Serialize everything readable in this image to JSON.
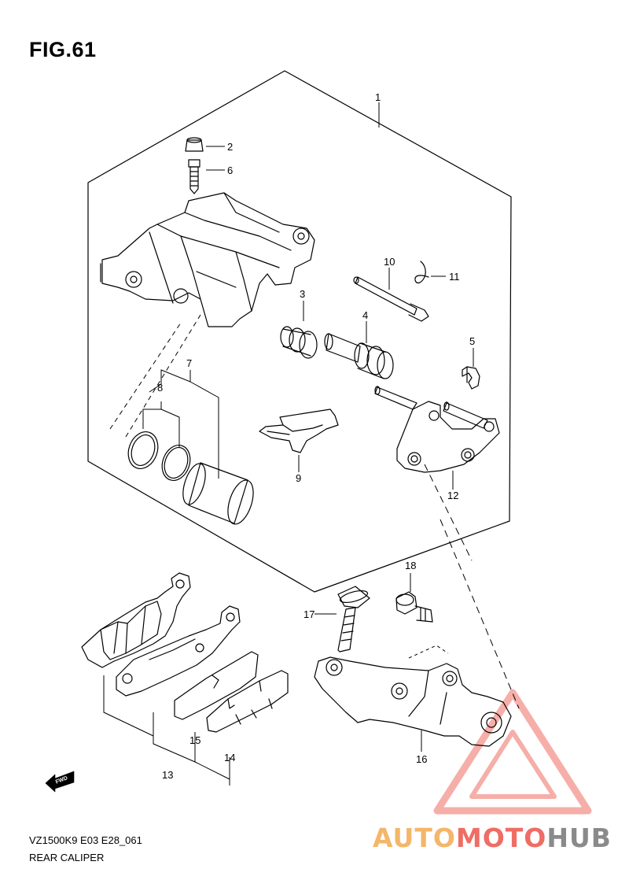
{
  "figure": {
    "title": "FIG.61"
  },
  "footer": {
    "code": "VZ1500K9 E03 E28_061",
    "name": "REAR CALIPER"
  },
  "fwd_label": "FWD",
  "watermark": {
    "part1": "AUTO",
    "part2": "MOTO",
    "part3": "HUB"
  },
  "callouts": [
    "1",
    "2",
    "3",
    "4",
    "5",
    "6",
    "7",
    "8",
    "9",
    "10",
    "11",
    "12",
    "13",
    "14",
    "15",
    "16",
    "17",
    "18"
  ],
  "colors": {
    "line": "#000000",
    "brand_orange": "#f4b66a",
    "brand_red": "#ef6d64",
    "brand_grey": "#8a8a8a"
  }
}
